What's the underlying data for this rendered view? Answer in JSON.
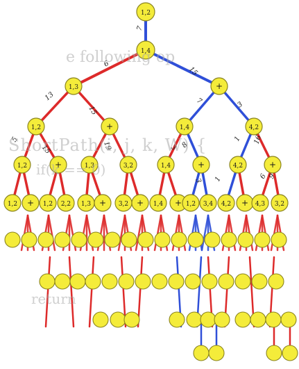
{
  "background_text": {
    "line1": "e following op",
    "line2": "ShortPath(i, j, k, W) {",
    "line3": "if(k == 0)",
    "line4": "return"
  },
  "colors": {
    "node_fill": "#f4ec3a",
    "node_stroke": "#8a8420",
    "red_edge": "#dd2a2a",
    "blue_edge": "#2f4fd8",
    "text": "#1a1a1a",
    "weight": "#222222"
  },
  "tree": {
    "edge_weights": [
      "7",
      "6",
      "15",
      "13",
      "15",
      "5",
      "15",
      "7",
      "3",
      "19",
      "3",
      "8",
      "3",
      "1",
      "6",
      "1",
      "16",
      "9"
    ],
    "node_labels": {
      "root": "1,2",
      "level1": "1,4",
      "level2": [
        "1,3",
        "+"
      ],
      "level3": [
        "1,2",
        "+",
        "1,4",
        "4,2"
      ],
      "level4": [
        "1,2",
        "+",
        "1,3",
        "3,2",
        "1,4",
        "+",
        "4,2",
        "+"
      ],
      "level5": [
        "1,2",
        "+",
        "1,2",
        "2,2",
        "1,3",
        "+",
        "3,2",
        "+",
        "1,4",
        "+",
        "1,2",
        "3,4",
        "4,2",
        "+",
        "4,3",
        "3,2"
      ]
    }
  }
}
